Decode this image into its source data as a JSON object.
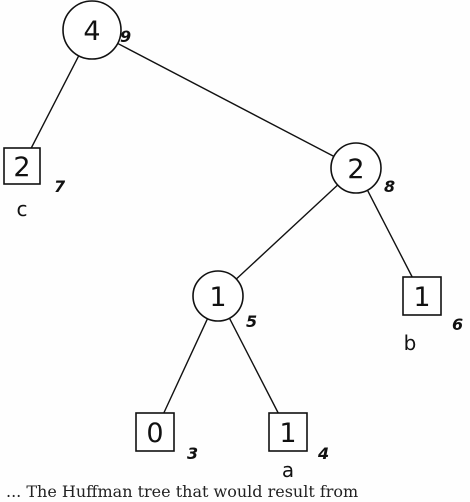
{
  "diagram": {
    "caption": "... The Huffman tree that would result from",
    "nodes": [
      {
        "id": "root",
        "shape": "circle",
        "weight": "4",
        "order": "9"
      },
      {
        "id": "c",
        "shape": "square",
        "weight": "2",
        "order": "7",
        "letter": "c"
      },
      {
        "id": "n8",
        "shape": "circle",
        "weight": "2",
        "order": "8"
      },
      {
        "id": "n5",
        "shape": "circle",
        "weight": "1",
        "order": "5"
      },
      {
        "id": "b",
        "shape": "square",
        "weight": "1",
        "order": "6",
        "letter": "b"
      },
      {
        "id": "n3",
        "shape": "square",
        "weight": "0",
        "order": "3"
      },
      {
        "id": "a",
        "shape": "square",
        "weight": "1",
        "order": "4",
        "letter": "a"
      }
    ],
    "edges": [
      [
        "root",
        "c"
      ],
      [
        "root",
        "n8"
      ],
      [
        "n8",
        "n5"
      ],
      [
        "n8",
        "b"
      ],
      [
        "n5",
        "n3"
      ],
      [
        "n5",
        "a"
      ]
    ]
  }
}
